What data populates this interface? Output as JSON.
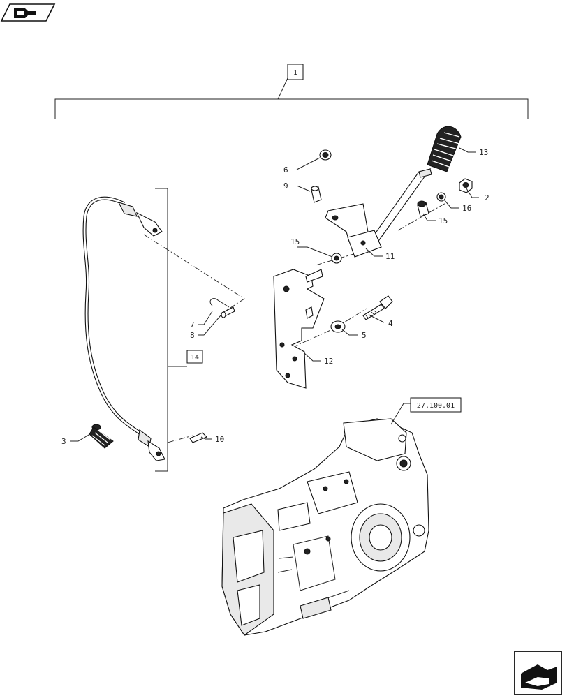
{
  "nav": {
    "back_icon": "hand-pointer-back-icon",
    "next_icon": "hand-pointer-next-icon"
  },
  "references": {
    "assembly": "1",
    "subassembly": "14",
    "related_group": "27.100.01"
  },
  "callouts": {
    "c2": "2",
    "c3": "3",
    "c4": "4",
    "c5": "5",
    "c6": "6",
    "c7": "7",
    "c8": "8",
    "c9": "9",
    "c10": "10",
    "c11": "11",
    "c12": "12",
    "c13": "13",
    "c15a": "15",
    "c15b": "15",
    "c16": "16"
  }
}
